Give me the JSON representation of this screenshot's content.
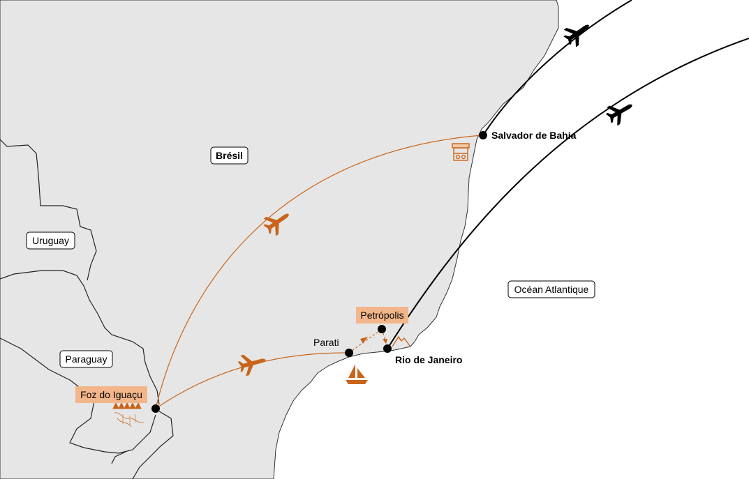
{
  "map": {
    "country_label": "Brésil",
    "neighbors": {
      "uruguay": "Uruguay",
      "paraguay": "Paraguay"
    },
    "ocean_label": "Océan Atlantique",
    "cities": {
      "salvador": "Salvador de Bahia",
      "rio": "Rio de Janeiro",
      "parati": "Parati",
      "petropolis": "Petrópolis",
      "foz": "Foz do Iguaçu"
    },
    "colors": {
      "land": "#e6e6e6",
      "sea": "#ffffff",
      "border": "#222222",
      "route": "#c8651b",
      "highlight_label": "#f2b68a",
      "flight": "#000000"
    },
    "icons": [
      "airplane-icon",
      "market-icon",
      "mountain-icon",
      "sailboat-icon",
      "waterfall-icon"
    ]
  }
}
